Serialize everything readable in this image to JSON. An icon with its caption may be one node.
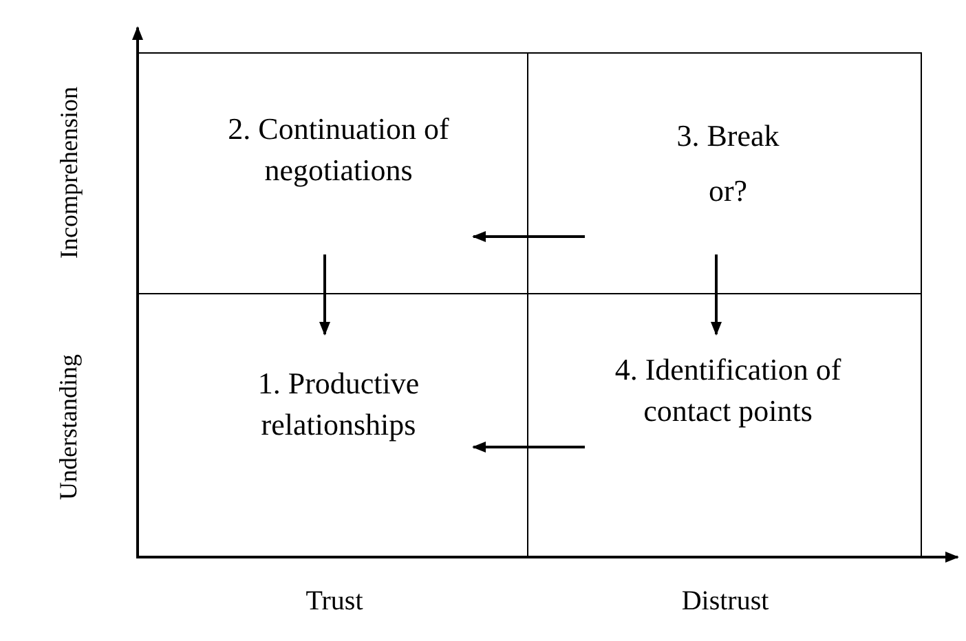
{
  "diagram": {
    "nodes": [
      {
        "text": [
          "2. Continuation of negotiations"
        ]
      },
      {
        "text": [
          "3. Break or?"
        ]
      },
      {
        "text": [
          "1. Productive relationships"
        ]
      },
      {
        "text": [
          "4. Identification of contact points"
        ]
      }
    ],
    "edges": [
      {
        "from": 1,
        "to": 0,
        "arrow": "to"
      },
      {
        "from": 0,
        "to": 2,
        "arrow": "to"
      },
      {
        "from": 1,
        "to": 3,
        "arrow": "to"
      },
      {
        "from": 3,
        "to": 2,
        "arrow": "to"
      }
    ],
    "labels": [
      "Incomprehension",
      "Understanding",
      "Trust",
      "Distrust"
    ]
  }
}
